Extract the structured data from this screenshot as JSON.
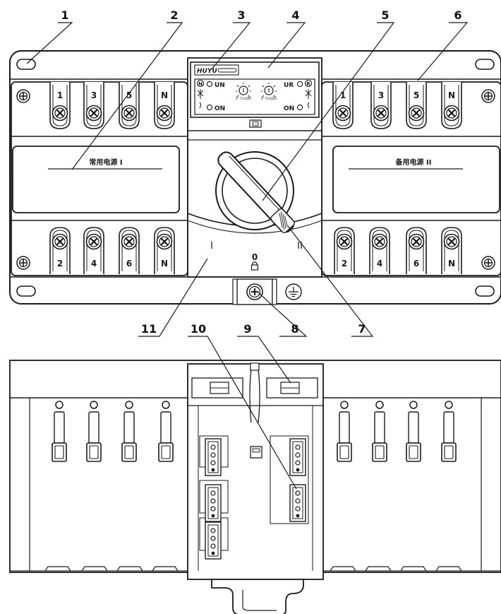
{
  "callouts": [
    "1",
    "2",
    "3",
    "4",
    "5",
    "6",
    "7",
    "8",
    "9",
    "10",
    "11"
  ],
  "front_panel": {
    "brand": "HUYU",
    "top_terminals_left": [
      "1",
      "3",
      "5",
      "N"
    ],
    "top_terminals_right": [
      "1",
      "3",
      "5",
      "N"
    ],
    "bottom_terminals_left": [
      "2",
      "4",
      "6",
      "N"
    ],
    "bottom_terminals_right": [
      "2",
      "4",
      "6",
      "N"
    ],
    "label_left": "常用电源 I",
    "label_right": "备用电源 II",
    "controller": {
      "n_mark": "N",
      "r_mark": "R",
      "un_label": "UN",
      "ur_label": "UR",
      "on_left": "ON",
      "on_right": "ON",
      "knob_left_range": "0        30",
      "knob_right_range": "0        30",
      "knob_left_caption": "T1(S)",
      "knob_right_caption": "T2(S)"
    },
    "position_I": "I",
    "position_0": "0",
    "position_II": "II"
  },
  "colors": {
    "line": "#1a1a1a",
    "fill_body": "#ffffff",
    "fill_shade": "#e6e6e6",
    "callout": "#111111"
  },
  "icons": [
    "screw-icon",
    "ground-icon",
    "padlock-icon",
    "led-icon",
    "dial-icon"
  ]
}
